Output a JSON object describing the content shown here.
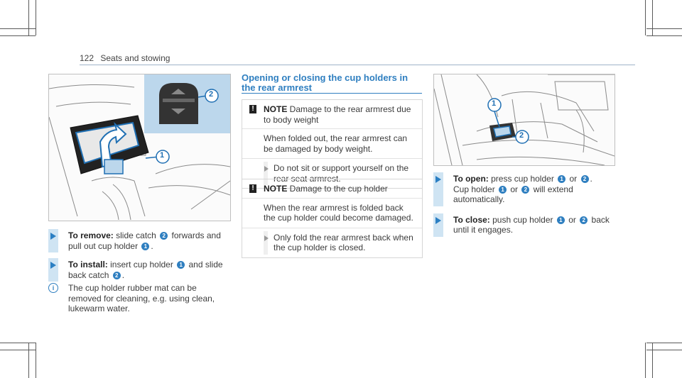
{
  "header": {
    "page_number": "122",
    "section": "Seats and stowing"
  },
  "figure_left": {
    "callouts": [
      "1",
      "2"
    ]
  },
  "figure_right": {
    "callouts": [
      "1",
      "2"
    ]
  },
  "left_steps": [
    {
      "bold": "To remove:",
      "p1": " slide catch ",
      "n1": "2",
      "p2": " forwards and pull out cup holder ",
      "n2": "1",
      "p3": "."
    },
    {
      "bold": "To install:",
      "p1": " insert cup holder ",
      "n1": "1",
      "p2": " and slide back catch ",
      "n2": "2",
      "p3": "."
    }
  ],
  "left_info": "The cup holder rubber mat can be removed for cleaning, e.g. using clean, lukewarm water.",
  "section_title": "Opening or closing the cup holders in the rear armrest",
  "notes": [
    {
      "label": "NOTE",
      "head": " Damage to the rear armrest due to body weight",
      "body": "When folded out, the rear armrest can be damaged by body weight.",
      "step": "Do not sit or support yourself on the rear seat armrest."
    },
    {
      "label": "NOTE",
      "head": " Damage to the cup holder",
      "body": "When the rear armrest is folded back the cup holder could become damaged.",
      "step": "Only fold the rear armrest back when the cup holder is closed."
    }
  ],
  "right_steps": [
    {
      "bold": "To open:",
      "p1": " press cup holder ",
      "n1": "1",
      "p2": " or ",
      "n2": "2",
      "p3": ".",
      "p4": "Cup holder ",
      "n3": "1",
      "p5": " or ",
      "n4": "2",
      "p6": " will extend automatically."
    },
    {
      "bold": "To close:",
      "p1": " push cup holder ",
      "n1": "1",
      "p2": " or ",
      "n2": "2",
      "p3": " back until it engages."
    }
  ],
  "colors": {
    "accent": "#2f7fc0",
    "step_bar": "#cfe4f3",
    "inset_bg": "#bcd7ec"
  }
}
